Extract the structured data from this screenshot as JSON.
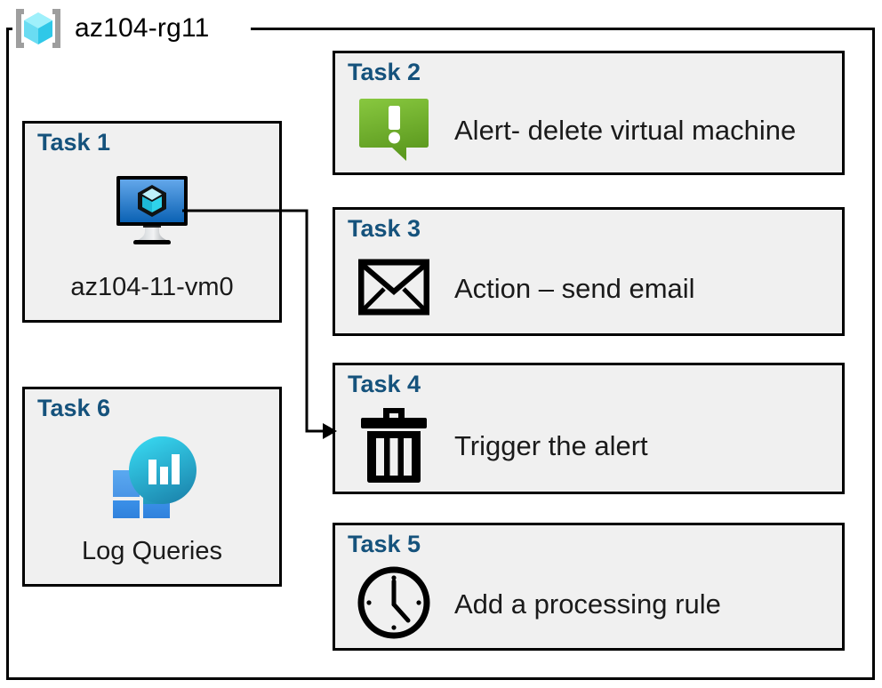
{
  "diagram": {
    "resource_group": {
      "name": "az104-rg11",
      "icon": "resource-group-cube-icon"
    },
    "colors": {
      "task_title": "#15527C",
      "card_fill": "#F0F0F0",
      "card_border": "#000000",
      "alert_green_light": "#7FC241",
      "alert_green_dark": "#5E9B22",
      "vm_blue_light": "#54A0E8",
      "vm_blue_dark": "#0F6CBD",
      "log_cyan": "#32CFE8",
      "log_teal": "#1C8FB5",
      "log_blue": "#2A8FE0"
    },
    "cards": [
      {
        "id": "task-1",
        "title": "Task 1",
        "label": "az104-11-vm0",
        "icon": "virtual-machine-icon",
        "column": "left"
      },
      {
        "id": "task-6",
        "title": "Task 6",
        "label": "Log Queries",
        "icon": "log-analytics-icon",
        "column": "left"
      },
      {
        "id": "task-2",
        "title": "Task 2",
        "label": "Alert- delete virtual machine",
        "icon": "alert-bubble-icon",
        "column": "right"
      },
      {
        "id": "task-3",
        "title": "Task 3",
        "label": "Action – send email",
        "icon": "envelope-icon",
        "column": "right"
      },
      {
        "id": "task-4",
        "title": "Task 4",
        "label": "Trigger the alert",
        "icon": "trash-icon",
        "column": "right"
      },
      {
        "id": "task-5",
        "title": "Task 5",
        "label": "Add a processing rule",
        "icon": "clock-icon",
        "column": "right"
      }
    ],
    "connectors": [
      {
        "id": "vm-to-trigger",
        "from": "task-1",
        "to": "task-4",
        "arrow": "arrow-head-right"
      }
    ]
  }
}
